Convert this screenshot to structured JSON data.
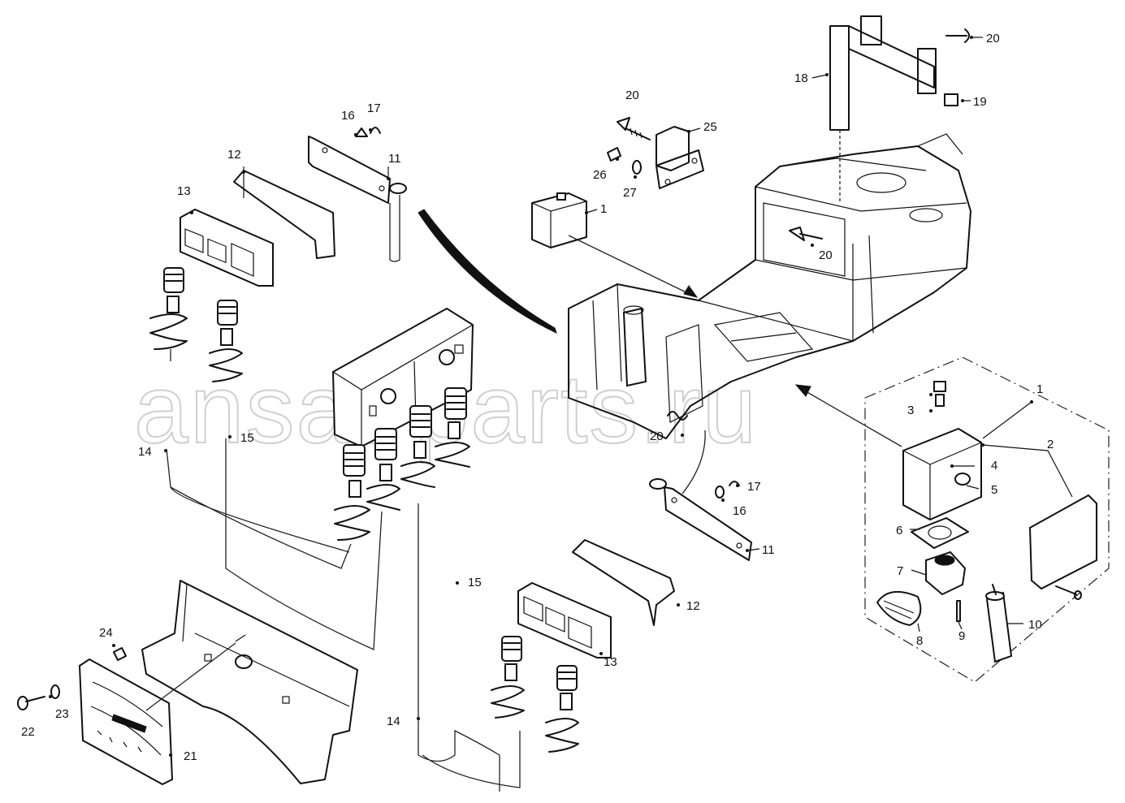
{
  "watermark": "ansat-parts.ru",
  "callouts": [
    {
      "id": "c20a",
      "text": "20"
    },
    {
      "id": "c18",
      "text": "18"
    },
    {
      "id": "c19",
      "text": "19"
    },
    {
      "id": "c20b",
      "text": "20"
    },
    {
      "id": "c25",
      "text": "25"
    },
    {
      "id": "c26",
      "text": "26"
    },
    {
      "id": "c27",
      "text": "27"
    },
    {
      "id": "c1a",
      "text": "1"
    },
    {
      "id": "c20c",
      "text": "20"
    },
    {
      "id": "c16a",
      "text": "16"
    },
    {
      "id": "c17a",
      "text": "17"
    },
    {
      "id": "c11a",
      "text": "11"
    },
    {
      "id": "c12a",
      "text": "12"
    },
    {
      "id": "c13a",
      "text": "13"
    },
    {
      "id": "c15a",
      "text": "15"
    },
    {
      "id": "c14a",
      "text": "14"
    },
    {
      "id": "c20d",
      "text": "20"
    },
    {
      "id": "c1b",
      "text": "1"
    },
    {
      "id": "c2",
      "text": "2"
    },
    {
      "id": "c3",
      "text": "3"
    },
    {
      "id": "c4",
      "text": "4"
    },
    {
      "id": "c5",
      "text": "5"
    },
    {
      "id": "c6",
      "text": "6"
    },
    {
      "id": "c7",
      "text": "7"
    },
    {
      "id": "c8",
      "text": "8"
    },
    {
      "id": "c9",
      "text": "9"
    },
    {
      "id": "c10",
      "text": "10"
    },
    {
      "id": "c17b",
      "text": "17"
    },
    {
      "id": "c16b",
      "text": "16"
    },
    {
      "id": "c11b",
      "text": "11"
    },
    {
      "id": "c12b",
      "text": "12"
    },
    {
      "id": "c13b",
      "text": "13"
    },
    {
      "id": "c15b",
      "text": "15"
    },
    {
      "id": "c14b",
      "text": "14"
    },
    {
      "id": "c24",
      "text": "24"
    },
    {
      "id": "c23",
      "text": "23"
    },
    {
      "id": "c22",
      "text": "22"
    },
    {
      "id": "c21",
      "text": "21"
    }
  ]
}
